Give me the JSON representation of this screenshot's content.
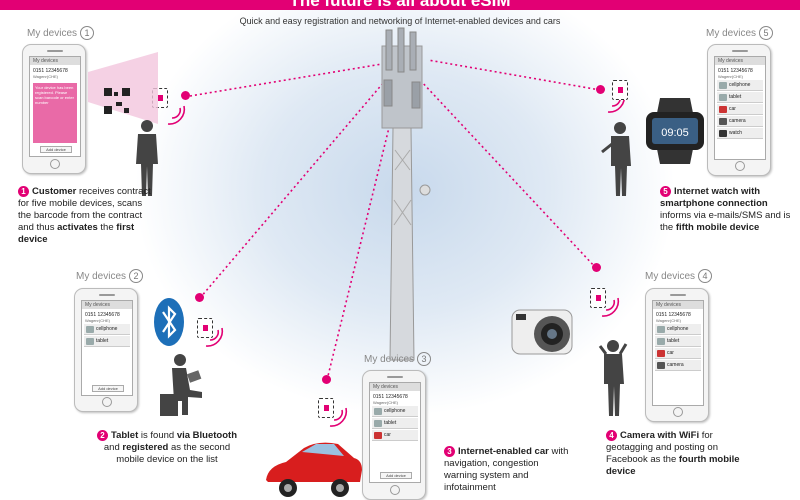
{
  "header": {
    "title": "The future is all about eSIM",
    "subtitle": "Quick and easy registration and networking of Internet-enabled devices and cars"
  },
  "colors": {
    "accent": "#e20074",
    "text": "#222222",
    "muted": "#888888"
  },
  "phone_screen": {
    "header": "My devices",
    "number": "0151 12345678",
    "user": "Wagenr(CHE)",
    "add_button": "Add device"
  },
  "steps": [
    {
      "label": "My devices",
      "number": "1",
      "screen_text": "Your device has been registered. Please scan barcode or enter number",
      "desc_parts": [
        {
          "text": "Customer",
          "bold": true
        },
        {
          "text": " receives contract for five mobile devices, scans the barcode from the contract and thus ",
          "bold": false
        },
        {
          "text": "activates",
          "bold": true
        },
        {
          "text": " the ",
          "bold": false
        },
        {
          "text": "first device",
          "bold": true
        }
      ]
    },
    {
      "label": "My devices",
      "number": "2",
      "screen_items": [
        "cellphone",
        "tablet"
      ],
      "desc_parts": [
        {
          "text": "Tablet",
          "bold": true
        },
        {
          "text": " is found ",
          "bold": false
        },
        {
          "text": "via Bluetooth",
          "bold": true
        },
        {
          "text": " and ",
          "bold": false
        },
        {
          "text": "registered",
          "bold": true
        },
        {
          "text": " as the second mobile device on the list",
          "bold": false
        }
      ]
    },
    {
      "label": "My devices",
      "number": "3",
      "screen_items": [
        "cellphone",
        "tablet",
        "car"
      ],
      "desc_parts": [
        {
          "text": "Internet-enabled car",
          "bold": true
        },
        {
          "text": " with navigation, congestion warning system and infotainment",
          "bold": false
        }
      ]
    },
    {
      "label": "My devices",
      "number": "4",
      "screen_items": [
        "cellphone",
        "tablet",
        "car",
        "camera"
      ],
      "desc_parts": [
        {
          "text": "Camera with WiFi",
          "bold": true
        },
        {
          "text": " for geotagging and posting on Facebook as the ",
          "bold": false
        },
        {
          "text": "fourth mobile device",
          "bold": true
        }
      ]
    },
    {
      "label": "My devices",
      "number": "5",
      "screen_items": [
        "cellphone",
        "tablet",
        "car",
        "camera",
        "watch"
      ],
      "watch_time": "09:05",
      "desc_parts": [
        {
          "text": "Internet watch with smartphone connection",
          "bold": true
        },
        {
          "text": " informs via e-mails/SMS and is the ",
          "bold": false
        },
        {
          "text": "fifth mobile device",
          "bold": true
        }
      ]
    }
  ]
}
